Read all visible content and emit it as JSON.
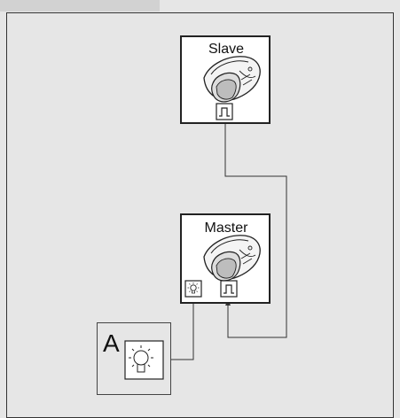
{
  "slave": {
    "label": "Slave"
  },
  "master": {
    "label": "Master"
  },
  "load": {
    "label": "A"
  },
  "icons": {
    "sensor": "motion-sensor-icon",
    "pulse": "pulse-output-icon",
    "lamp": "lamp-icon",
    "arrow": "arrow-head-icon"
  },
  "colors": {
    "background": "#e6e6e6",
    "frame": "#333333",
    "panel": "#ffffff",
    "sensor_fill": "#f2f2f2",
    "sensor_shade": "#c9c9c9"
  }
}
